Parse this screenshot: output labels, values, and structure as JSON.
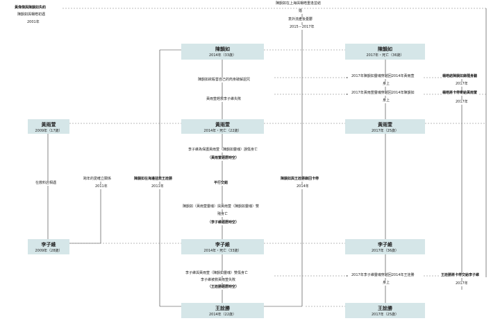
{
  "boxes": {
    "chen_2014": {
      "name": "陳韻如",
      "date": "2014年（33歲）"
    },
    "chen_2017": {
      "name": "陳韻如",
      "date": "2017年・死亡（36歲）"
    },
    "huang_2009": {
      "name": "黃雨萱",
      "date": "2009年（17歲）"
    },
    "huang_2014": {
      "name": "黃雨萱",
      "date": "2014年・死亡（22歲）"
    },
    "huang_2017": {
      "name": "黃雨萱",
      "date": "2017年（25歲）"
    },
    "li_2009": {
      "name": "李子維",
      "date": "2009年（28歲）"
    },
    "li_2014": {
      "name": "李子維",
      "date": "2014年・死亡（33歲）"
    },
    "li_2017": {
      "name": "李子維",
      "date": "2017年（36歲）"
    },
    "wang_2014": {
      "name": "王詮勝",
      "date": "2014年（22歲）"
    },
    "wang_2017": {
      "name": "王詮勝",
      "date": "2017年（25歲）"
    }
  },
  "labels": {
    "top_left_1": "黃偉傑與陳韻如失約",
    "top_left_2": "陳韻如與楊皓初遇",
    "top_left_3": "2001年",
    "top_center_1": "陳韻如在上海與楊皓重逢並結",
    "top_center_2": "婚",
    "top_center_3": "意外流產後憂鬱",
    "top_center_4": "2015－2017年",
    "mid_chen_1": "陳韻如欲殺害自己的肉身破解詛咒",
    "mid_chen_2": "黃雨萱趕救李子維失敗",
    "right_travel_1a": "2017年陳韻如靈魂穿越回2014年黃雨萱",
    "right_travel_1b": "身上",
    "right_travel_2a": "2017年黃雨萱靈魂穿越回2014年陳韻如",
    "right_travel_2b": "身上",
    "far_right_1a": "楊皓結陳韻如錄隨身聽",
    "far_right_1b": "2017年",
    "far_right_2a": "楊皓將卡帶寄給黃雨萱",
    "far_right_2b": "2017年",
    "mid_huang_1": "李子維為保護黃雨萱（陳韻如靈魂）誤傷身亡",
    "mid_huang_2": "（黃雨萱經歷時空）",
    "parallel": "平行交錯",
    "mid_li_1": "陳韻如（黃雨萱靈魂）與黃雨萱（陳韻如靈魂）雙",
    "mid_li_2": "殘身亡",
    "mid_li_3": "（李子維經歷時空）",
    "left_meet": "在救料店相遇",
    "cross_year_1": "跨年的愛確立關係",
    "cross_year_2": "2011年",
    "chen_sea_1": "陳韻如在海邊拯救王詮勝",
    "chen_sea_2": "2011年",
    "chen_wang_1": "陳韻如與王詮勝錄回卡帶",
    "chen_wang_2": "2014年",
    "mid_wang_1": "李子維與黃雨萱（陳韻如靈魂）雙傷身亡",
    "mid_wang_2": "李子維被救黃雨萱失敗",
    "mid_wang_3": "（王詮勝經歷時空）",
    "right_travel_3": "2017年李子維靈魂穿越回2014年王詮勝",
    "right_travel_3b": "身上",
    "far_right_3a": "王詮勝將卡帶交給李子維",
    "far_right_3b": "2017年"
  }
}
